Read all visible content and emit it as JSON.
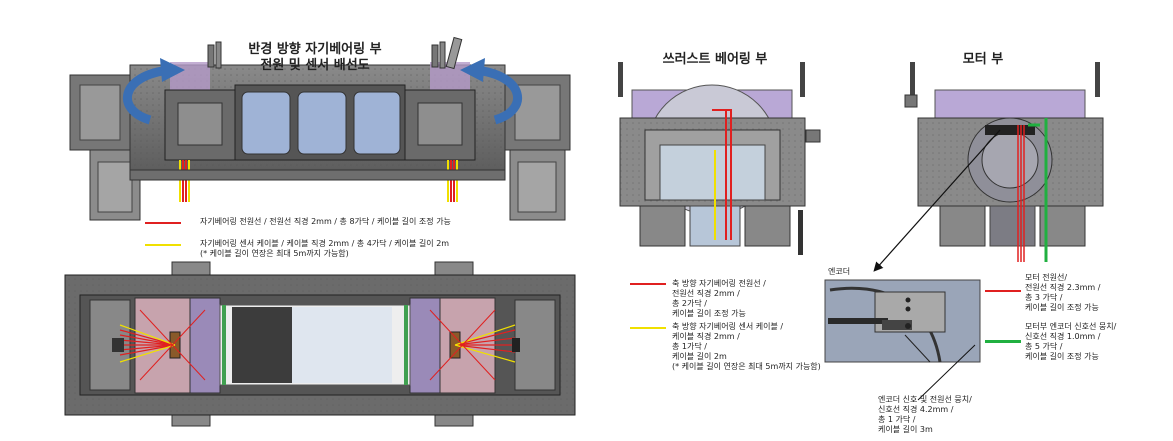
{
  "left": {
    "title_line1": "반경 방향 자기베어링 부",
    "title_line2": "전원 및 센서 배선도",
    "legend": [
      {
        "color": "#e02020",
        "text": "자기베어링 전원선 / 전원선 직경 2mm / 총 8가닥 / 케이블 길이 조정 가능"
      },
      {
        "color": "#f0e000",
        "text": "자기베어링 센서 케이블 / 케이블 직경 2mm / 총 4가닥 / 케이블 길이 2m\n(* 케이블 길이 연장은 최대 5m까지 가능함)"
      }
    ]
  },
  "right": {
    "thrust_title": "쓰러스트 베어링 부",
    "motor_title": "모터 부",
    "encoder_label": "엔코더",
    "thrust_legend": [
      {
        "color": "#e02020",
        "text": "축 방향 자기베어링 전원선 /\n전원선 직경 2mm /\n총 2가닥 /\n케이블 길이 조정 가능"
      },
      {
        "color": "#f0e000",
        "text": "축 방향 자기베어링 센서 케이블 /\n케이블 직경 2mm /\n총 1가닥 /\n케이블 길이 2m\n(* 케이블 길이 연장은 최대 5m까지 가능함)"
      }
    ],
    "motor_legend": [
      {
        "color": "#e02020",
        "text": "모터 전원선/\n전원선 직경 2.3mm /\n총 3 가닥 /\n케이블 길이 조정 가능"
      },
      {
        "color": "#20b040",
        "text": "모터부 엔코더 신호선 뭉치/\n신호선 직경 1.0mm /\n총 5 가닥 /\n케이블 길이 조정 가능"
      }
    ],
    "encoder_legend": {
      "color": "#111111",
      "text": "엔코더 신호 및 전원선 뭉치/\n신호선 직경 4.2mm /\n총 1 가닥 /\n케이블 길이 3m"
    }
  }
}
